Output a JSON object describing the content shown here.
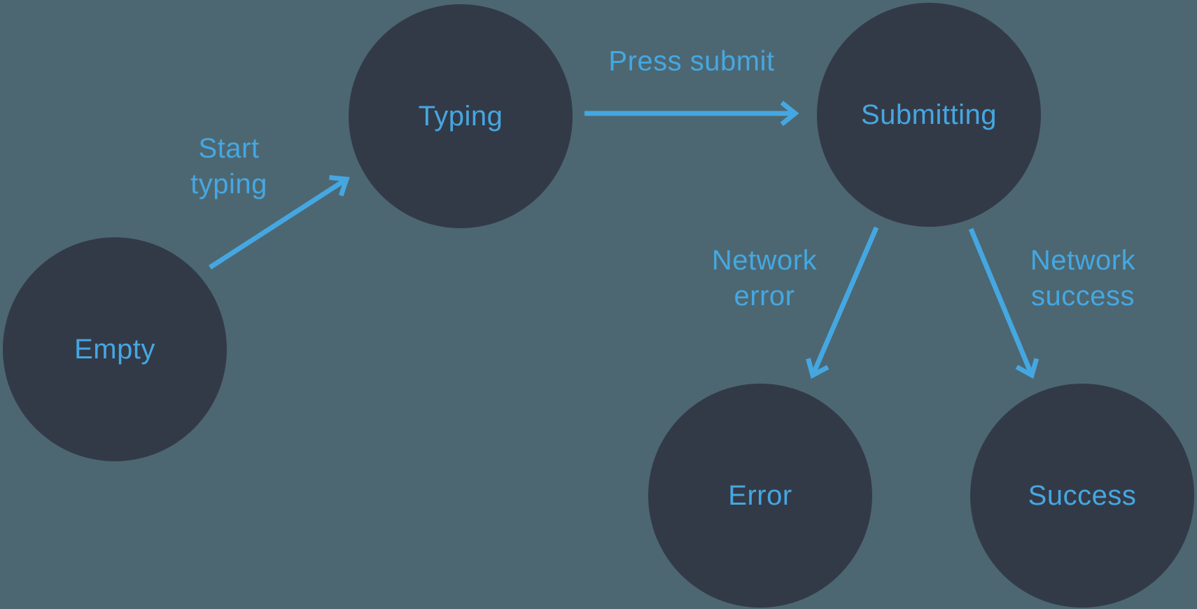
{
  "colors": {
    "background": "#4C6771",
    "node_fill": "#333A47",
    "accent_blue": "#45A7E2"
  },
  "nodes": [
    {
      "id": "empty",
      "label": "Empty"
    },
    {
      "id": "typing",
      "label": "Typing"
    },
    {
      "id": "submitting",
      "label": "Submitting"
    },
    {
      "id": "error",
      "label": "Error"
    },
    {
      "id": "success",
      "label": "Success"
    }
  ],
  "edges": [
    {
      "id": "start-typing",
      "from": "empty",
      "to": "typing",
      "label_lines": [
        "Start",
        "typing"
      ]
    },
    {
      "id": "press-submit",
      "from": "typing",
      "to": "submitting",
      "label_lines": [
        "Press submit"
      ]
    },
    {
      "id": "network-error",
      "from": "submitting",
      "to": "error",
      "label_lines": [
        "Network",
        "error"
      ]
    },
    {
      "id": "network-success",
      "from": "submitting",
      "to": "success",
      "label_lines": [
        "Network",
        "success"
      ]
    }
  ]
}
